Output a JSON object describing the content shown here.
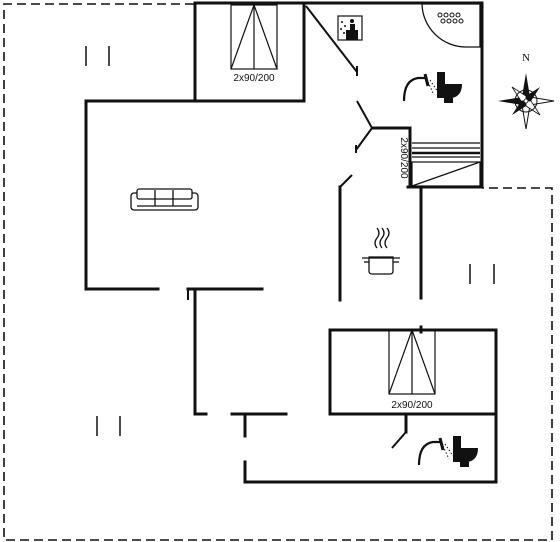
{
  "bed_labels": {
    "top_room": "2x90/200",
    "stair_room": "2x90/200",
    "lower_room": "2x90/200"
  },
  "compass": {
    "north_label": "N"
  },
  "colors": {
    "wall": "#111111",
    "background": "#ffffff"
  },
  "icons": [
    "bed-icon",
    "sofa-icon",
    "cooking-pot-icon",
    "shower-icon",
    "toilet-icon",
    "sauna-icon",
    "spa-bath-icon",
    "stairs-icon",
    "compass-rose-icon",
    "window-icon",
    "door-icon"
  ]
}
